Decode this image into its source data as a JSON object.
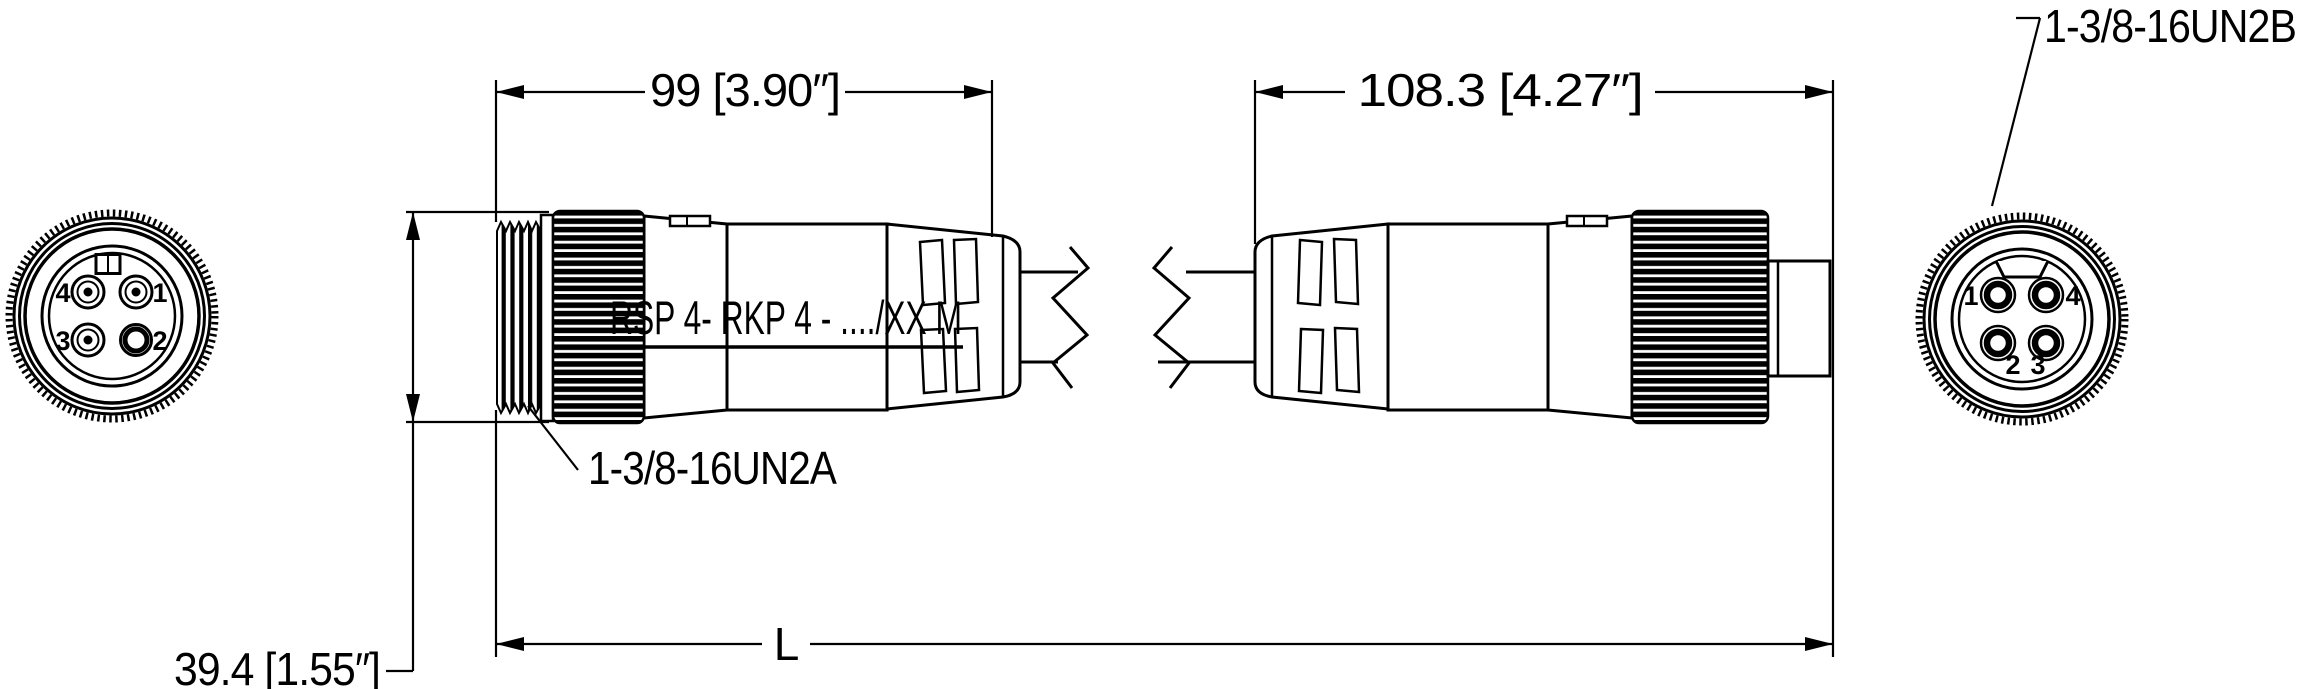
{
  "title": "RSP 4 - RKP 4 cordset technical drawing",
  "part_label": "RSP 4- RKP 4 - ..../XX M",
  "dimensions": {
    "male_length": "99 [3.90″]",
    "female_length": "108.3 [4.27″]",
    "flange_size": "39.4 [1.55″]",
    "overall": "L"
  },
  "thread_labels": {
    "male": "1-3/8-16UN2A",
    "female": "1-3/8-16UN2B"
  },
  "left_face_pins": [
    "4",
    "1",
    "3",
    "2"
  ],
  "right_face_pins": [
    "1",
    "4",
    "2",
    "3"
  ],
  "colors": {
    "line": "#000000",
    "bg": "#ffffff"
  }
}
